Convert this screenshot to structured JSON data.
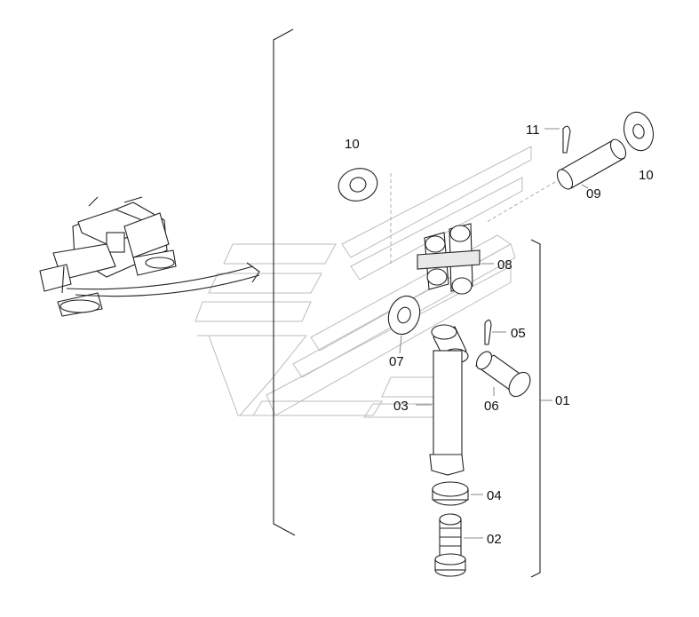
{
  "labels": {
    "p01": "01",
    "p02": "02",
    "p03": "03",
    "p04": "04",
    "p05": "05",
    "p06": "06",
    "p07": "07",
    "p08": "08",
    "p09": "09",
    "p10a": "10",
    "p10b": "10",
    "p11": "11"
  },
  "colors": {
    "line": "#222222",
    "watermark": "#bdbdbd",
    "background": "#ffffff"
  }
}
